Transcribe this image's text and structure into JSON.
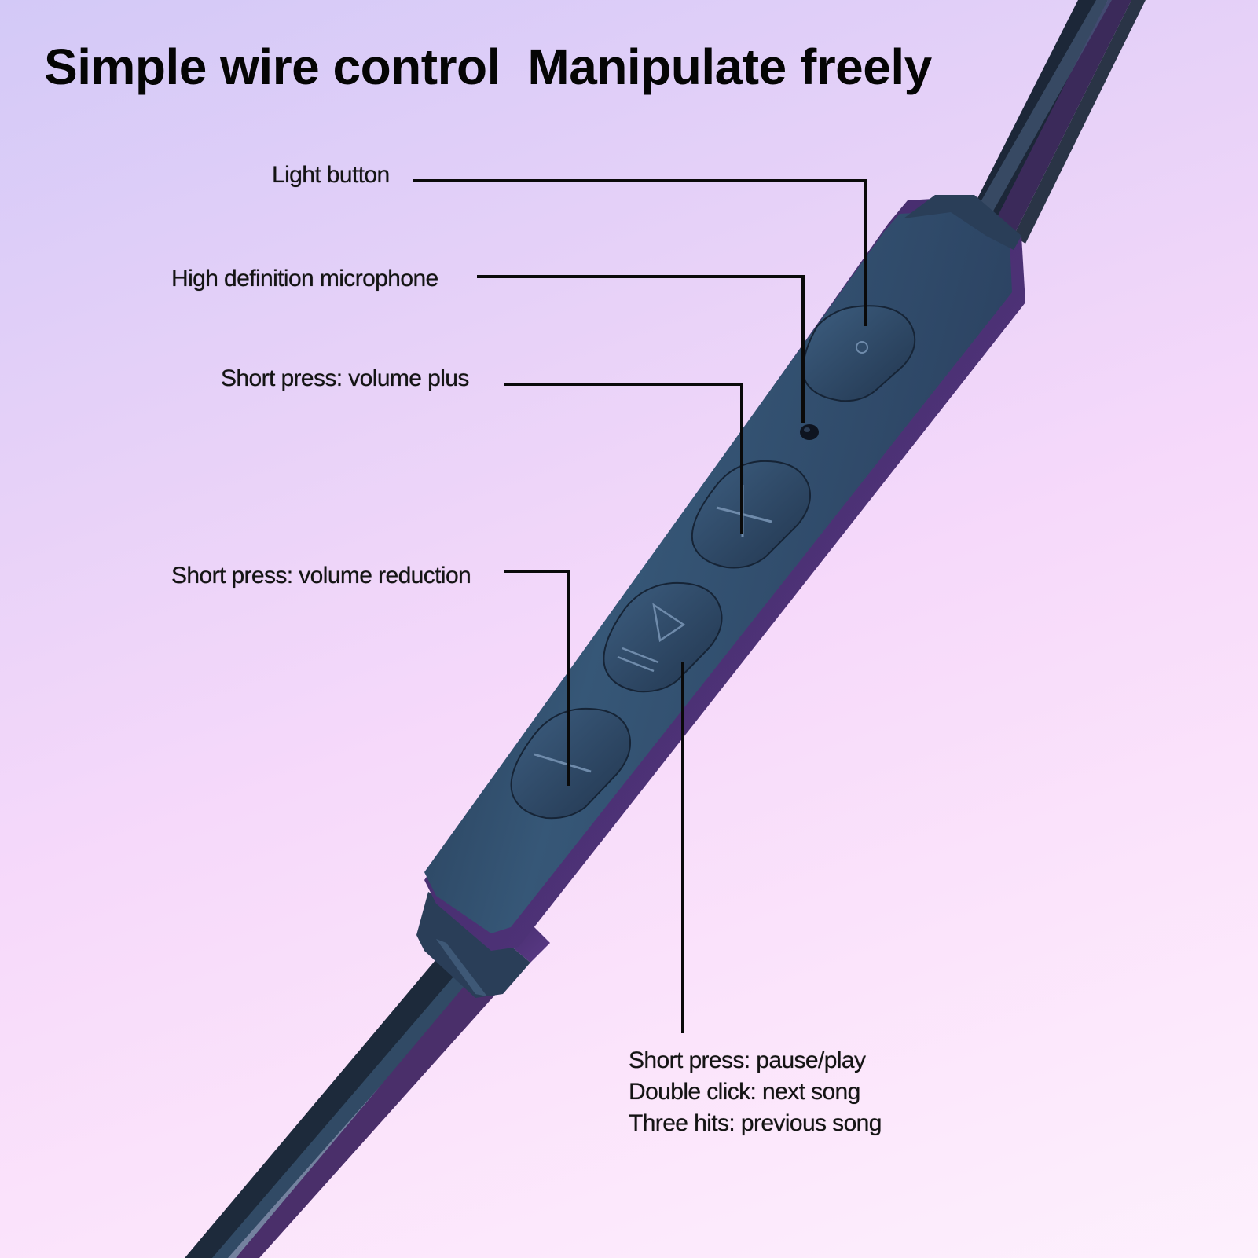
{
  "title": "Simple wire control  Manipulate freely",
  "callouts": {
    "light_button": "Light button",
    "microphone": "High definition microphone",
    "volume_plus": "Short press: volume plus",
    "volume_reduction": "Short press: volume reduction",
    "play_pause": {
      "lines": [
        "Short press: pause/play",
        "Double click: next song",
        "Three hits: previous song"
      ]
    }
  },
  "colors": {
    "background_top": "#d3c9f7",
    "background_bottom": "#fdf0fd",
    "cable_dark": "#1e2b3e",
    "remote_body": "#2f4a66",
    "remote_edge": "#4a2f6a",
    "text": "#141414",
    "leader_line": "#0a0a0a"
  },
  "icons": [
    "plus-icon",
    "play-pause-icon",
    "minus-icon",
    "light-icon",
    "mic-hole"
  ]
}
